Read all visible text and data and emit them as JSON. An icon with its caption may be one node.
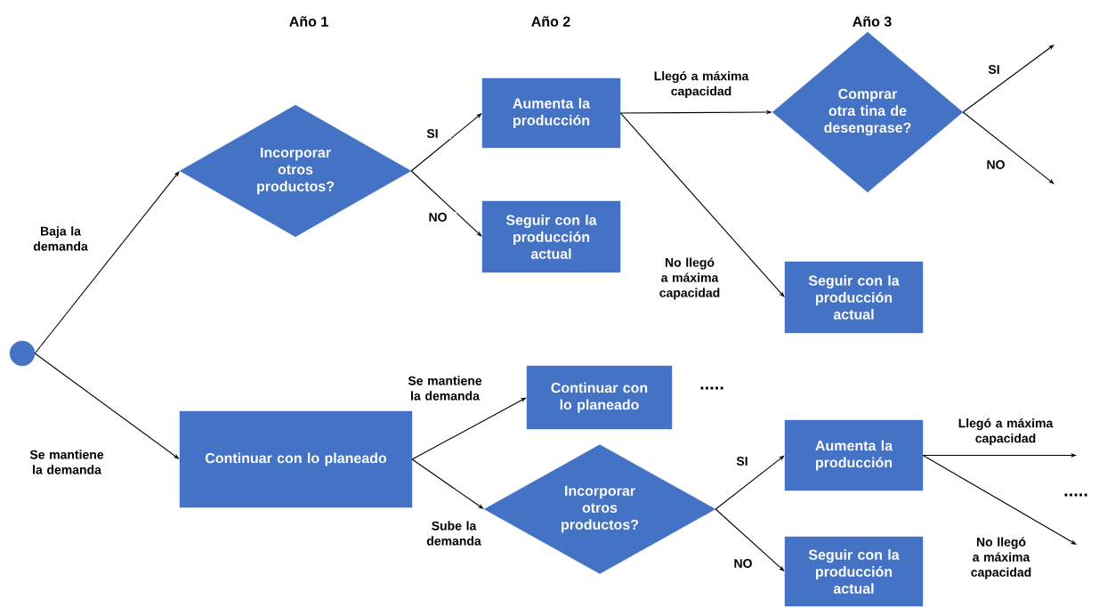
{
  "diagram": {
    "nodes": [
      {
        "text": [],
        "shape": "circle"
      },
      {
        "text": [
          "Incorporar otros productos?"
        ]
      },
      {
        "text": [
          "Aumenta la producción"
        ]
      },
      {
        "text": [
          "Seguir con la producción actual"
        ]
      },
      {
        "text": [
          "Comprar otra tina de desengrase?"
        ]
      },
      {
        "text": [
          "Seguir con la producción actual"
        ]
      },
      {
        "text": [
          "Continuar con lo planeado"
        ]
      },
      {
        "text": [
          "Continuar con lo planeado"
        ]
      },
      {
        "text": [
          "Incorporar otros productos?"
        ]
      },
      {
        "text": [
          "Aumenta la producción"
        ]
      },
      {
        "text": [
          "Seguir con la producción actual"
        ]
      }
    ],
    "edges": [
      {
        "from": 0,
        "to": 1,
        "arrow": "to",
        "label": "Baja la demanda"
      },
      {
        "from": 0,
        "to": 6,
        "arrow": "to",
        "label": "Se mantiene la demanda"
      },
      {
        "from": 1,
        "to": 2,
        "arrow": "to",
        "label": "SI"
      },
      {
        "from": 1,
        "to": 3,
        "arrow": "to",
        "label": "NO"
      },
      {
        "from": 2,
        "to": 4,
        "arrow": "to",
        "label": "Llegó a máxima capacidad"
      },
      {
        "from": 2,
        "to": 5,
        "arrow": "to",
        "label": "No llegó a máxima capacidad"
      },
      {
        "from": 4,
        "to": null,
        "arrow": "to",
        "label": "SI"
      },
      {
        "from": 4,
        "to": null,
        "arrow": "to",
        "label": "NO"
      },
      {
        "from": 6,
        "to": 7,
        "arrow": "to",
        "label": "Se mantiene la demanda"
      },
      {
        "from": 6,
        "to": 8,
        "arrow": "to",
        "label": "Sube la demanda"
      },
      {
        "from": 8,
        "to": 9,
        "arrow": "to",
        "label": "SI"
      },
      {
        "from": 8,
        "to": 10,
        "arrow": "to",
        "label": "NO"
      },
      {
        "from": 9,
        "to": null,
        "arrow": "to",
        "label": "Llegó a máxima capacidad"
      },
      {
        "from": 9,
        "to": null,
        "arrow": "to",
        "label": "No llegó a máxima capacidad"
      }
    ],
    "labels": [
      "Año 1",
      "Año 2",
      "Año 3",
      ".....",
      "....."
    ]
  }
}
